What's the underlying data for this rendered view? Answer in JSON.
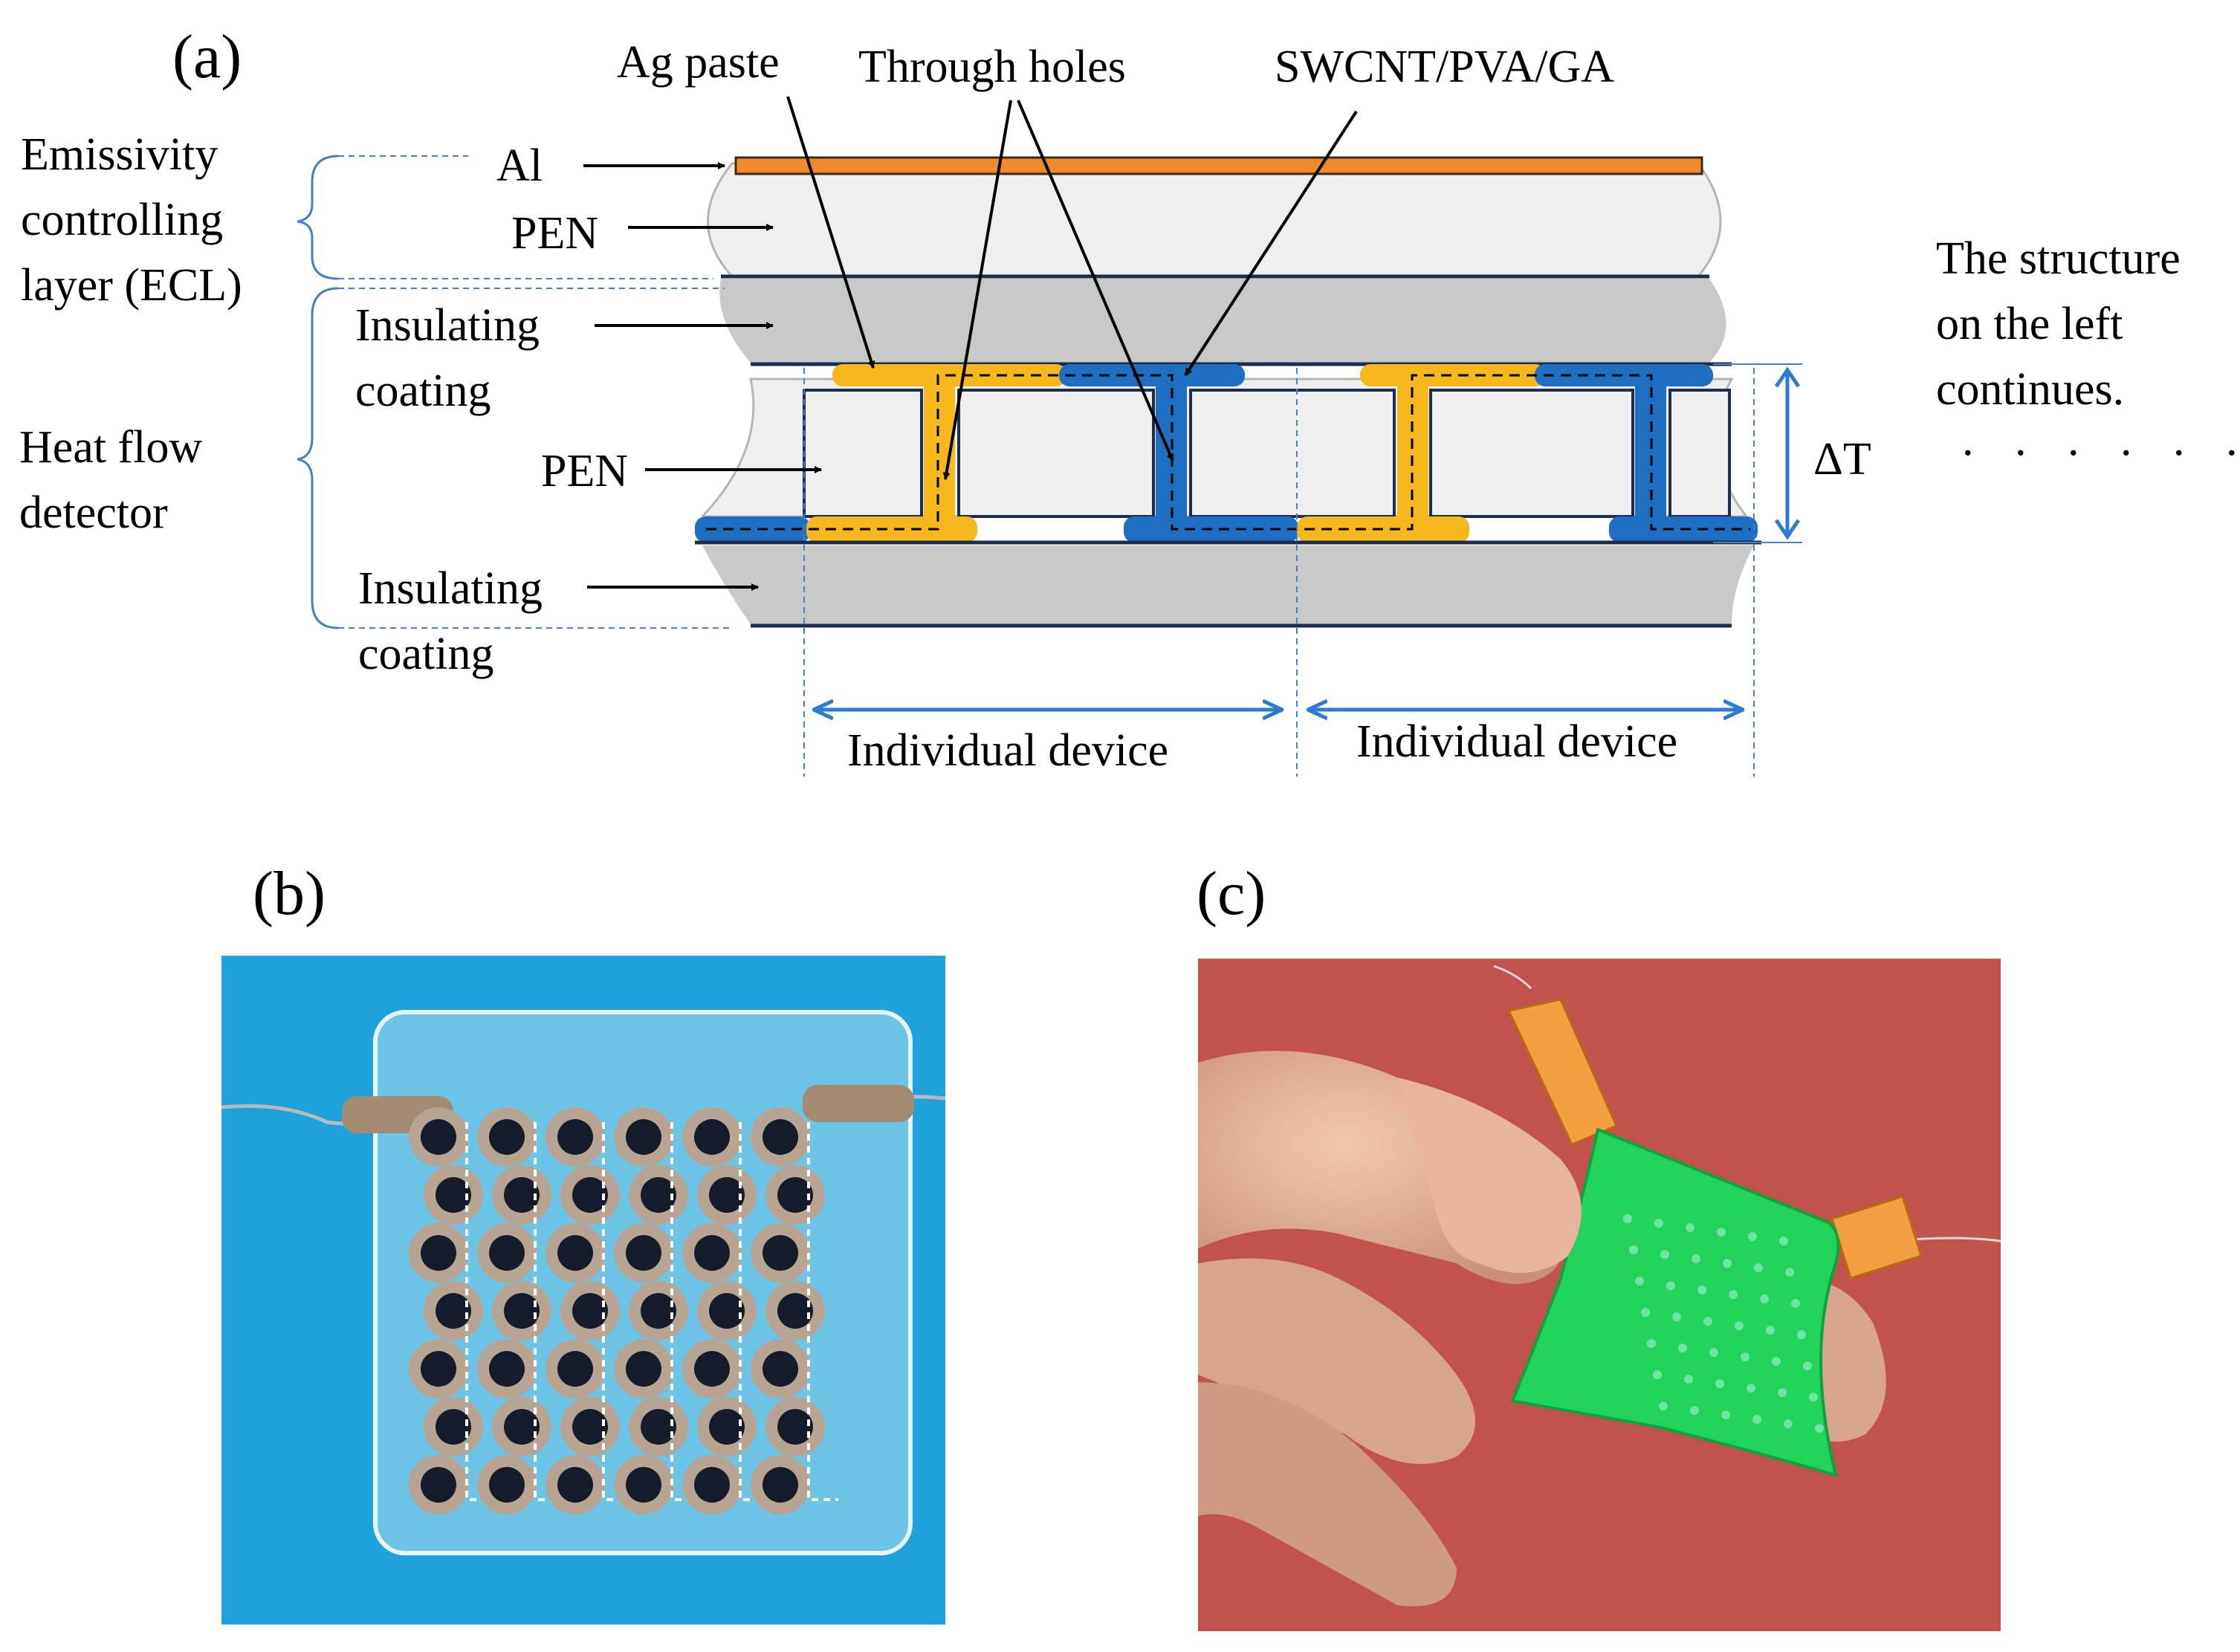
{
  "panels": {
    "a": "(a)",
    "b": "(b)",
    "c": "(c)"
  },
  "labels": {
    "al": "Al",
    "pen_top": "PEN",
    "pen_mid": "PEN",
    "ecl": [
      "Emissivity",
      "controlling",
      "layer (ECL)"
    ],
    "hfd": [
      "Heat flow",
      "detector"
    ],
    "insulating_top": [
      "Insulating",
      "coating"
    ],
    "insulating_bottom": [
      "Insulating",
      "coating"
    ],
    "ag_paste": "Ag paste",
    "through_holes": "Through holes",
    "swcnt": "SWCNT/PVA/GA",
    "delta_t": "ΔT",
    "continues": [
      "The structure",
      "on the left",
      "continues."
    ],
    "dots": ". . . . . .",
    "device_1": "Individual device",
    "device_2": "Individual device"
  },
  "colors": {
    "al": "#f08a2c",
    "layer_gray": "#c9c9c9",
    "pen_fill": "#efefef",
    "ag_paste": "#f7b81d",
    "swcnt": "#1e6ec1",
    "guide_blue": "#2a7ad6",
    "photo_b_bg": "#1ea2dc",
    "photo_c_bg": "#c2534c",
    "green_film": "#22d35a"
  }
}
